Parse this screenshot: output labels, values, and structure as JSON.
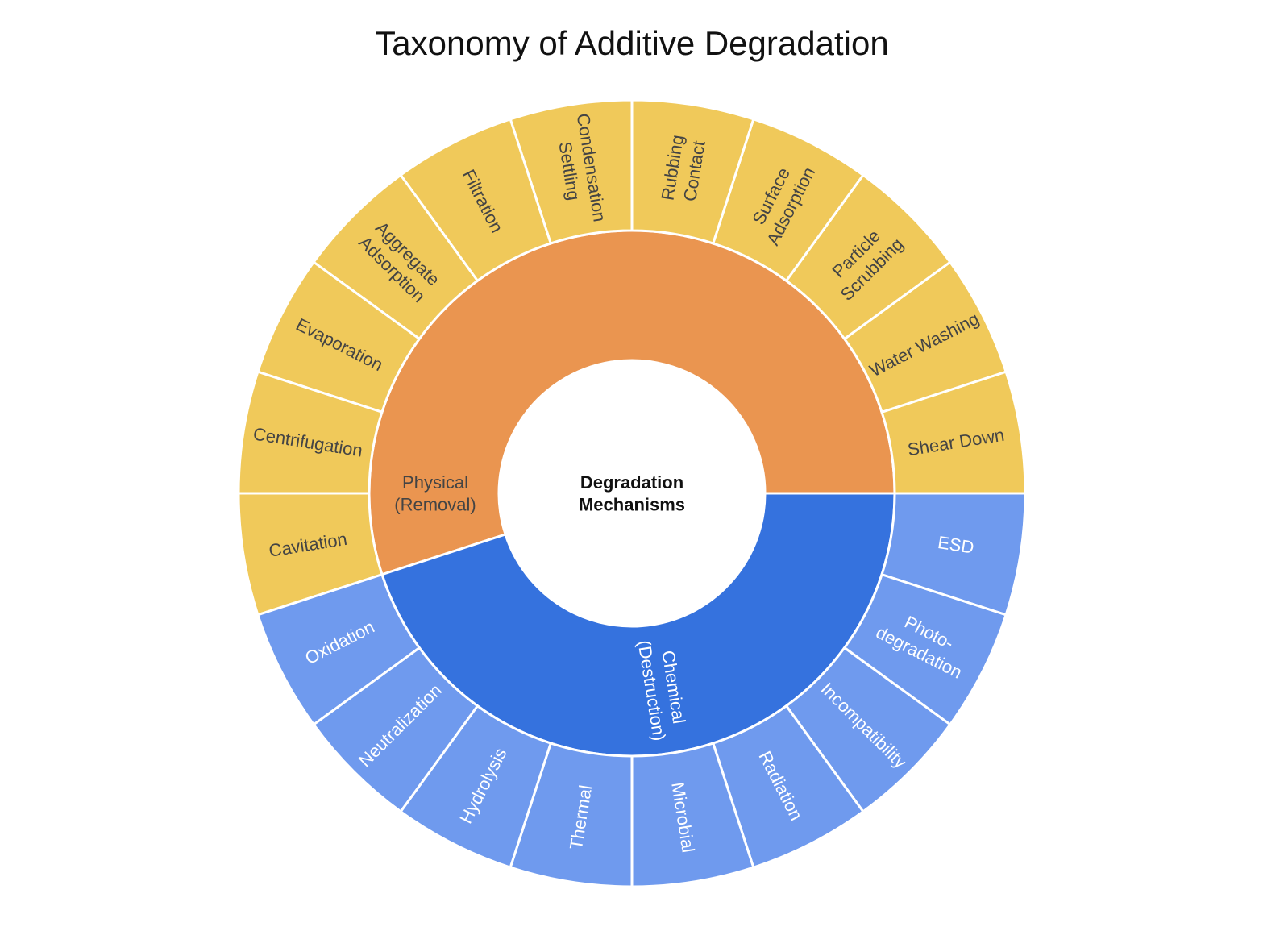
{
  "chart_data": {
    "type": "sunburst",
    "title": "Taxonomy of Additive Degradation",
    "root": {
      "label": [
        "Degradation",
        "Mechanisms"
      ]
    },
    "groups": [
      {
        "name": "physical",
        "label": [
          "Physical",
          "(Removal)"
        ],
        "color": "#EA9550",
        "child_color": "#F0C95A",
        "text_color": "#444444",
        "children": [
          {
            "label": [
              "Shear Down"
            ],
            "value": 1
          },
          {
            "label": [
              "Water Washing"
            ],
            "value": 1
          },
          {
            "label": [
              "Particle",
              "Scrubbing"
            ],
            "value": 1
          },
          {
            "label": [
              "Surface",
              "Adsorption"
            ],
            "value": 1
          },
          {
            "label": [
              "Rubbing",
              "Contact"
            ],
            "value": 1
          },
          {
            "label": [
              "Condensation",
              "Settling"
            ],
            "value": 1
          },
          {
            "label": [
              "Filtration"
            ],
            "value": 1
          },
          {
            "label": [
              "Aggregate",
              "Adsorption"
            ],
            "value": 1
          },
          {
            "label": [
              "Evaporation"
            ],
            "value": 1
          },
          {
            "label": [
              "Centrifugation"
            ],
            "value": 1
          },
          {
            "label": [
              "Cavitation"
            ],
            "value": 1
          }
        ]
      },
      {
        "name": "chemical",
        "label": [
          "Chemical",
          "(Destruction)"
        ],
        "color": "#3572DE",
        "child_color": "#6F9AEE",
        "text_color": "#FFFFFF",
        "children": [
          {
            "label": [
              "ESD"
            ],
            "value": 1
          },
          {
            "label": [
              "Photo-",
              "degradation"
            ],
            "value": 1
          },
          {
            "label": [
              "Incompatibility"
            ],
            "value": 1
          },
          {
            "label": [
              "Radiation"
            ],
            "value": 1
          },
          {
            "label": [
              "Microbial"
            ],
            "value": 1
          },
          {
            "label": [
              "Thermal"
            ],
            "value": 1
          },
          {
            "label": [
              "Hydrolysis"
            ],
            "value": 1
          },
          {
            "label": [
              "Neutralization"
            ],
            "value": 1
          },
          {
            "label": [
              "Oxidation"
            ],
            "value": 1
          }
        ]
      }
    ]
  }
}
